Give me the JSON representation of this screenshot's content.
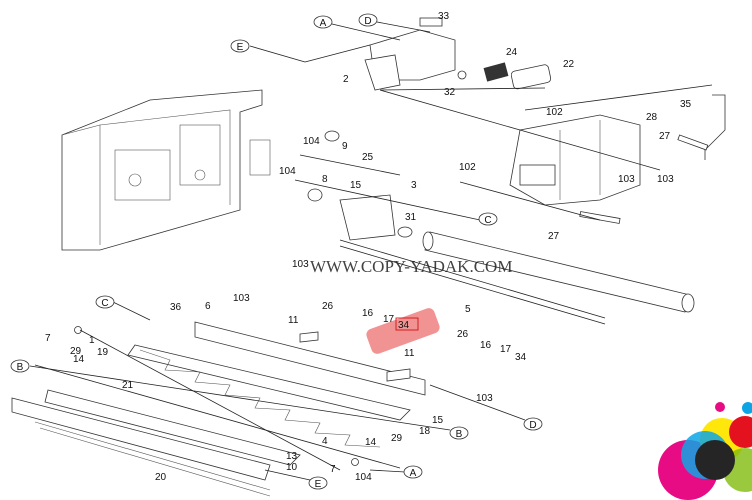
{
  "title": "Fuser unit exploded parts diagram",
  "watermark": "WWW.COPY-YADAK.COM",
  "highlight": {
    "part": "34",
    "color": "#f08080"
  },
  "connectors": [
    "A",
    "D",
    "E",
    "C",
    "C",
    "B",
    "B",
    "D",
    "A",
    "E"
  ],
  "labels": [
    "33",
    "24",
    "22",
    "2",
    "32",
    "35",
    "102",
    "28",
    "104",
    "9",
    "27",
    "25",
    "104",
    "102",
    "8",
    "15",
    "3",
    "103",
    "103",
    "31",
    "27",
    "103",
    "5",
    "36",
    "6",
    "103",
    "26",
    "16",
    "17",
    "34",
    "7",
    "1",
    "11",
    "26",
    "16",
    "17",
    "34",
    "11",
    "29",
    "19",
    "14",
    "21",
    "103",
    "15",
    "18",
    "14",
    "29",
    "4",
    "13",
    "10",
    "7",
    "104",
    "20"
  ],
  "logo_colors": [
    "#e6007e",
    "#00a0e3",
    "#ffe600",
    "#1a1a1a",
    "#e30613",
    "#7ab800"
  ]
}
